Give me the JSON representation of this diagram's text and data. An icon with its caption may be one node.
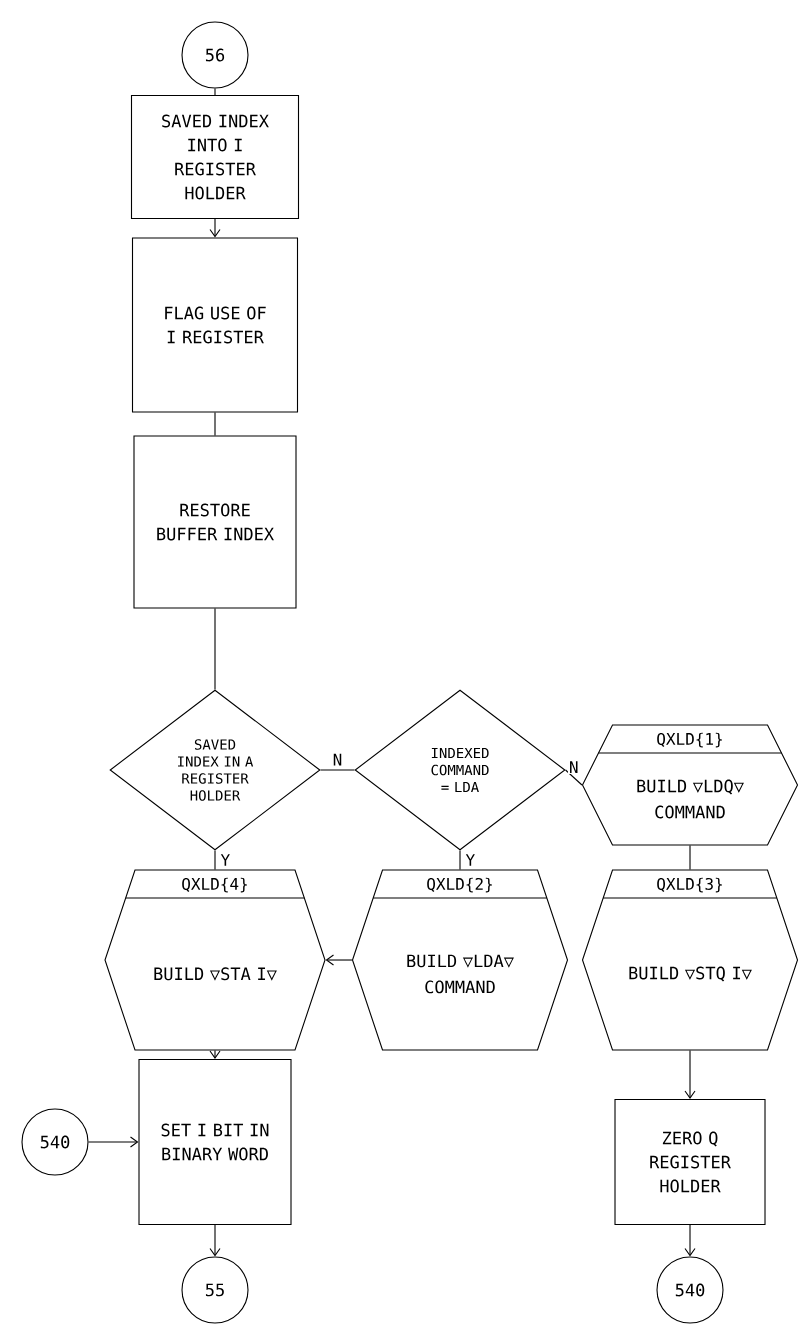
{
  "diagram": {
    "nodes": [
      {
        "text": [
          "56"
        ]
      },
      {
        "text": [
          "SAVED INDEX INTO I REGISTER HOLDER"
        ]
      },
      {
        "text": [
          "FLAG USE OF I REGISTER"
        ]
      },
      {
        "text": [
          "RESTORE BUFFER INDEX"
        ]
      },
      {
        "text": [
          "SAVED INDEX IN A REGISTER HOLDER"
        ]
      },
      {
        "text": [
          "INDEXED COMMAND = LDA"
        ]
      },
      {
        "text": [
          "QXLD{1}",
          "BUILD ▽LDQ▽ COMMAND"
        ]
      },
      {
        "text": [
          "QXLD{4}",
          "BUILD ▽STA I▽"
        ]
      },
      {
        "text": [
          "QXLD{2}",
          "BUILD ▽LDA▽ COMMAND"
        ]
      },
      {
        "text": [
          "QXLD{3}",
          "BUILD ▽STQ I▽"
        ]
      },
      {
        "text": [
          "SET I BIT IN BINARY WORD"
        ]
      },
      {
        "text": [
          "540"
        ]
      },
      {
        "text": [
          "ZERO Q REGISTER HOLDER"
        ]
      },
      {
        "text": [
          "55"
        ]
      },
      {
        "text": [
          "540"
        ]
      }
    ],
    "edges": [
      {
        "from": 0,
        "to": 1,
        "arrow": "none"
      },
      {
        "from": 1,
        "to": 2,
        "arrow": "to"
      },
      {
        "from": 2,
        "to": 3,
        "arrow": "none"
      },
      {
        "from": 3,
        "to": 4,
        "arrow": "none"
      },
      {
        "from": 4,
        "to": 5,
        "arrow": "none",
        "label": "N"
      },
      {
        "from": 5,
        "to": 6,
        "arrow": "none",
        "label": "N"
      },
      {
        "from": 4,
        "to": 7,
        "arrow": "none",
        "label": "Y"
      },
      {
        "from": 5,
        "to": 8,
        "arrow": "none",
        "label": "Y"
      },
      {
        "from": 6,
        "to": 9,
        "arrow": "none"
      },
      {
        "from": 8,
        "to": 7,
        "arrow": "to"
      },
      {
        "from": 7,
        "to": 10,
        "arrow": "to"
      },
      {
        "from": 11,
        "to": 10,
        "arrow": "to"
      },
      {
        "from": 9,
        "to": 12,
        "arrow": "to"
      },
      {
        "from": 10,
        "to": 13,
        "arrow": "to"
      },
      {
        "from": 12,
        "to": 14,
        "arrow": "to"
      }
    ]
  }
}
